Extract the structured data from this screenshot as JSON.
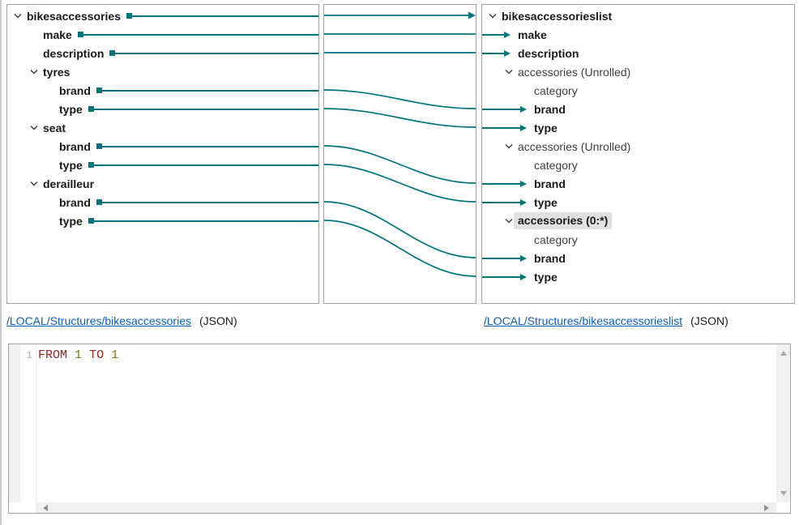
{
  "colors": {
    "accent_teal": "#00747c",
    "row_highlight": "#e1e1e1",
    "link_blue": "#0a5dc0",
    "keyword_red": "#9a231b",
    "number_olive": "#7d7b15",
    "line_number_gray": "#b4b4b4"
  },
  "mapper": {
    "source": {
      "rows": [
        {
          "label": "bikesaccessories",
          "level": 0,
          "bold": true,
          "expander": true,
          "line": true
        },
        {
          "label": "make",
          "level": 1,
          "bold": true,
          "line": true
        },
        {
          "label": "description",
          "level": 1,
          "bold": true,
          "line": true
        },
        {
          "label": "tyres",
          "level": 1,
          "bold": true,
          "expander": true
        },
        {
          "label": "brand",
          "level": 2,
          "bold": true,
          "line": true
        },
        {
          "label": "type",
          "level": 2,
          "bold": true,
          "line": true
        },
        {
          "label": "seat",
          "level": 1,
          "bold": true,
          "expander": true
        },
        {
          "label": "brand",
          "level": 2,
          "bold": true,
          "line": true
        },
        {
          "label": "type",
          "level": 2,
          "bold": true,
          "line": true
        },
        {
          "label": "derailleur",
          "level": 1,
          "bold": true,
          "expander": true
        },
        {
          "label": "brand",
          "level": 2,
          "bold": true,
          "line": true
        },
        {
          "label": "type",
          "level": 2,
          "bold": true,
          "line": true
        }
      ]
    },
    "target": {
      "rows": [
        {
          "label": "bikesaccessorieslist",
          "level": 0,
          "bold": true,
          "expander": true
        },
        {
          "label": "make",
          "level": 1,
          "bold": true,
          "arrow": true
        },
        {
          "label": "description",
          "level": 1,
          "bold": true,
          "arrow": true
        },
        {
          "label": "accessories (Unrolled)",
          "level": 1,
          "expander": true
        },
        {
          "label": "category",
          "level": 2
        },
        {
          "label": "brand",
          "level": 2,
          "bold": true,
          "arrow": true
        },
        {
          "label": "type",
          "level": 2,
          "bold": true,
          "arrow": true
        },
        {
          "label": "accessories (Unrolled)",
          "level": 1,
          "expander": true
        },
        {
          "label": "category",
          "level": 2
        },
        {
          "label": "brand",
          "level": 2,
          "bold": true,
          "arrow": true
        },
        {
          "label": "type",
          "level": 2,
          "bold": true,
          "arrow": true
        },
        {
          "label": "accessories (0:*)",
          "level": 1,
          "bold": true,
          "expander": true,
          "highlighted": true
        },
        {
          "label": "category",
          "level": 2
        },
        {
          "label": "brand",
          "level": 2,
          "bold": true,
          "arrow": true
        },
        {
          "label": "type",
          "level": 2,
          "bold": true,
          "arrow": true
        }
      ]
    },
    "connectors": [
      {
        "from": 0,
        "to": 0,
        "shape": "straight",
        "arrowhead": true
      },
      {
        "from": 1,
        "to": 1,
        "shape": "straight"
      },
      {
        "from": 2,
        "to": 2,
        "shape": "straight"
      },
      {
        "from": 4,
        "to": 5,
        "shape": "curve"
      },
      {
        "from": 5,
        "to": 6,
        "shape": "curve"
      },
      {
        "from": 7,
        "to": 9,
        "shape": "curve"
      },
      {
        "from": 8,
        "to": 10,
        "shape": "curve"
      },
      {
        "from": 10,
        "to": 13,
        "shape": "curve"
      },
      {
        "from": 11,
        "to": 14,
        "shape": "curve"
      }
    ]
  },
  "links": {
    "source": {
      "path": "/LOCAL/Structures/bikesaccessories",
      "format": "(JSON)"
    },
    "target": {
      "path": "/LOCAL/Structures/bikesaccessorieslist",
      "format": "(JSON)"
    }
  },
  "editor": {
    "line_number": "1",
    "tokens": [
      {
        "text": "FROM",
        "type": "keyword"
      },
      {
        "text": " ",
        "type": "plain"
      },
      {
        "text": "1",
        "type": "number"
      },
      {
        "text": " ",
        "type": "plain"
      },
      {
        "text": "TO",
        "type": "keyword"
      },
      {
        "text": " ",
        "type": "plain"
      },
      {
        "text": "1",
        "type": "number"
      }
    ]
  }
}
